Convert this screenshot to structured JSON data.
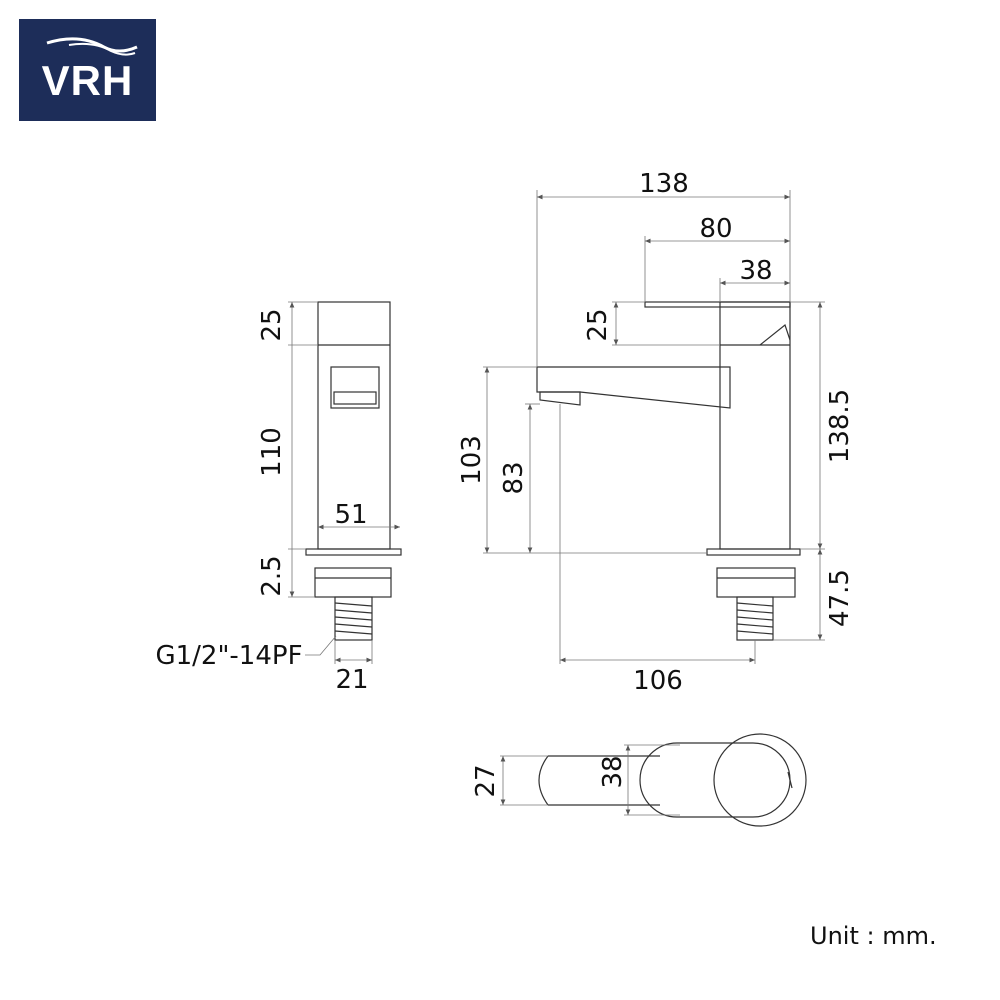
{
  "logo": {
    "text": "VRH",
    "color": "#1d2d59"
  },
  "side_view": {
    "dim_top_section": "25",
    "dim_body_height": "110",
    "dim_base": "2.5",
    "dim_width": "51",
    "dim_thread": "21",
    "thread_spec": "G1/2\"-14PF"
  },
  "front_view": {
    "dim_total_length": "138",
    "dim_handle_length": "80",
    "dim_body_width": "38",
    "dim_handle_height": "25",
    "dim_spout_height": "103",
    "dim_outlet_height": "83",
    "dim_total_height": "138.5",
    "dim_shank_length": "47.5",
    "dim_reach": "106"
  },
  "top_view": {
    "dim_spout_width": "27",
    "dim_handle_width": "38"
  },
  "unit_label": "Unit : mm."
}
